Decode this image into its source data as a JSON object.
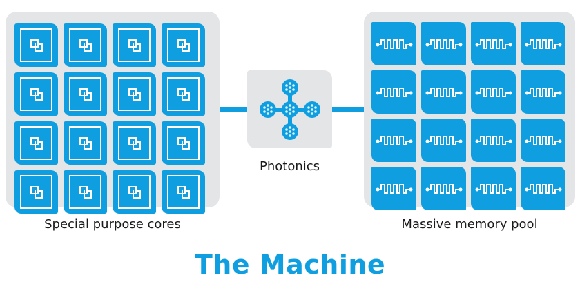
{
  "title": "The Machine",
  "colors": {
    "accent": "#0f9fe0",
    "panel": "#e3e5e6",
    "text": "#1a1a1a"
  },
  "components": {
    "cores": {
      "label": "Special purpose cores",
      "icon": "core-chip-icon",
      "rows": 4,
      "cols": 4
    },
    "photonics": {
      "label": "Photonics",
      "icon": "photonics-network-icon"
    },
    "memory": {
      "label": "Massive memory pool",
      "icon": "memory-signal-icon",
      "rows": 4,
      "cols": 4
    }
  }
}
